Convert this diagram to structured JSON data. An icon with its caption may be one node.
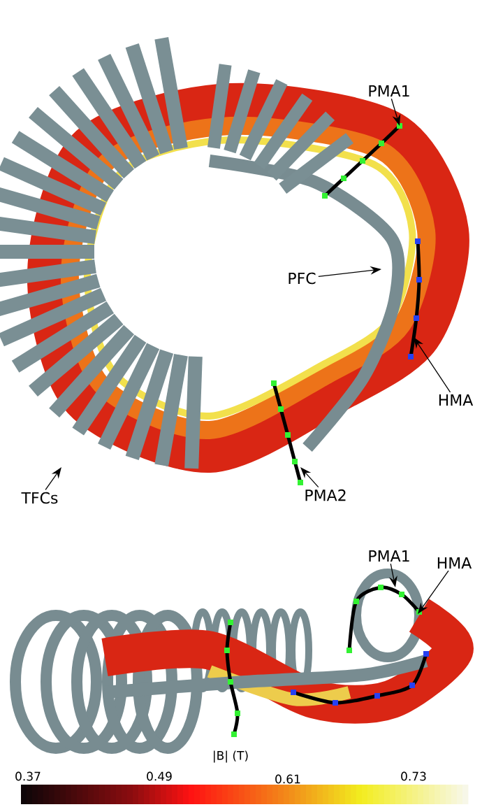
{
  "diagram": {
    "nodes": [
      {
        "text": [
          "PMA1"
        ]
      },
      {
        "text": [
          "PFC"
        ]
      },
      {
        "text": [
          "HMA"
        ]
      },
      {
        "text": [
          "TFCs"
        ]
      },
      {
        "text": [
          "PMA2"
        ]
      },
      {
        "text": [
          "PMA1"
        ]
      },
      {
        "text": [
          "HMA"
        ]
      }
    ],
    "edges": [
      {
        "from": 0,
        "to": null,
        "arrow": "to"
      },
      {
        "from": 1,
        "to": null,
        "arrow": "to"
      },
      {
        "from": 2,
        "to": null,
        "arrow": "to"
      },
      {
        "from": 3,
        "to": null,
        "arrow": "to"
      },
      {
        "from": 4,
        "to": null,
        "arrow": "to"
      },
      {
        "from": 5,
        "to": null,
        "arrow": "to"
      },
      {
        "from": 6,
        "to": null,
        "arrow": "to"
      }
    ],
    "labels": [
      "|B| (T)",
      "0.37",
      "0.49",
      "0.61",
      "0.73"
    ]
  }
}
